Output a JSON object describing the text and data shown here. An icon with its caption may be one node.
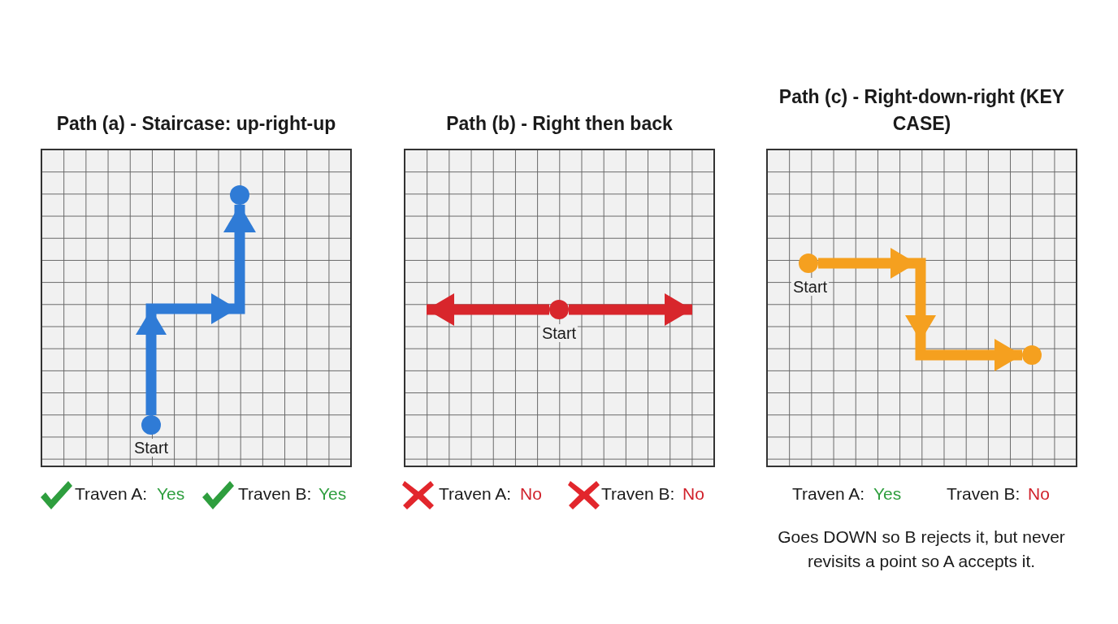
{
  "diagram": {
    "nodes": [
      {
        "text": [
          "Path (a) - Staircase: up-right-up"
        ]
      },
      {
        "text": [],
        "shape": "circle",
        "beside": [
          "Start"
        ],
        "in": 0
      },
      {
        "text": [],
        "shape": "circle",
        "in": 0
      },
      {
        "text": [
          "Path (b) - Right then back"
        ]
      },
      {
        "text": [],
        "shape": "circle",
        "beside": [
          "Start"
        ],
        "in": 3
      },
      {
        "text": [
          "Path (c) - Right-down-right (KEY CASE)"
        ]
      },
      {
        "text": [],
        "shape": "circle",
        "beside": [
          "Start"
        ],
        "in": 5
      },
      {
        "text": [],
        "shape": "circle",
        "in": 5
      }
    ],
    "edges": [
      {
        "from": 1,
        "to": 2,
        "arrow": "to",
        "color": "#2f7bd6"
      },
      {
        "from": 4,
        "to": null,
        "arrow": "to",
        "color": "#d8262c"
      },
      {
        "from": 4,
        "to": null,
        "arrow": "to",
        "color": "#d8262c"
      },
      {
        "from": 6,
        "to": 7,
        "arrow": "to",
        "color": "#f5a01f"
      }
    ],
    "labels": [
      "Traven A:",
      "Yes",
      "Traven B:",
      "Yes",
      "Traven A:",
      "No",
      "Traven B:",
      "No",
      "Traven A:",
      "Yes",
      "Traven B:",
      "No",
      "Goes DOWN so B rejects it, but never revisits a point so A accepts it."
    ]
  }
}
